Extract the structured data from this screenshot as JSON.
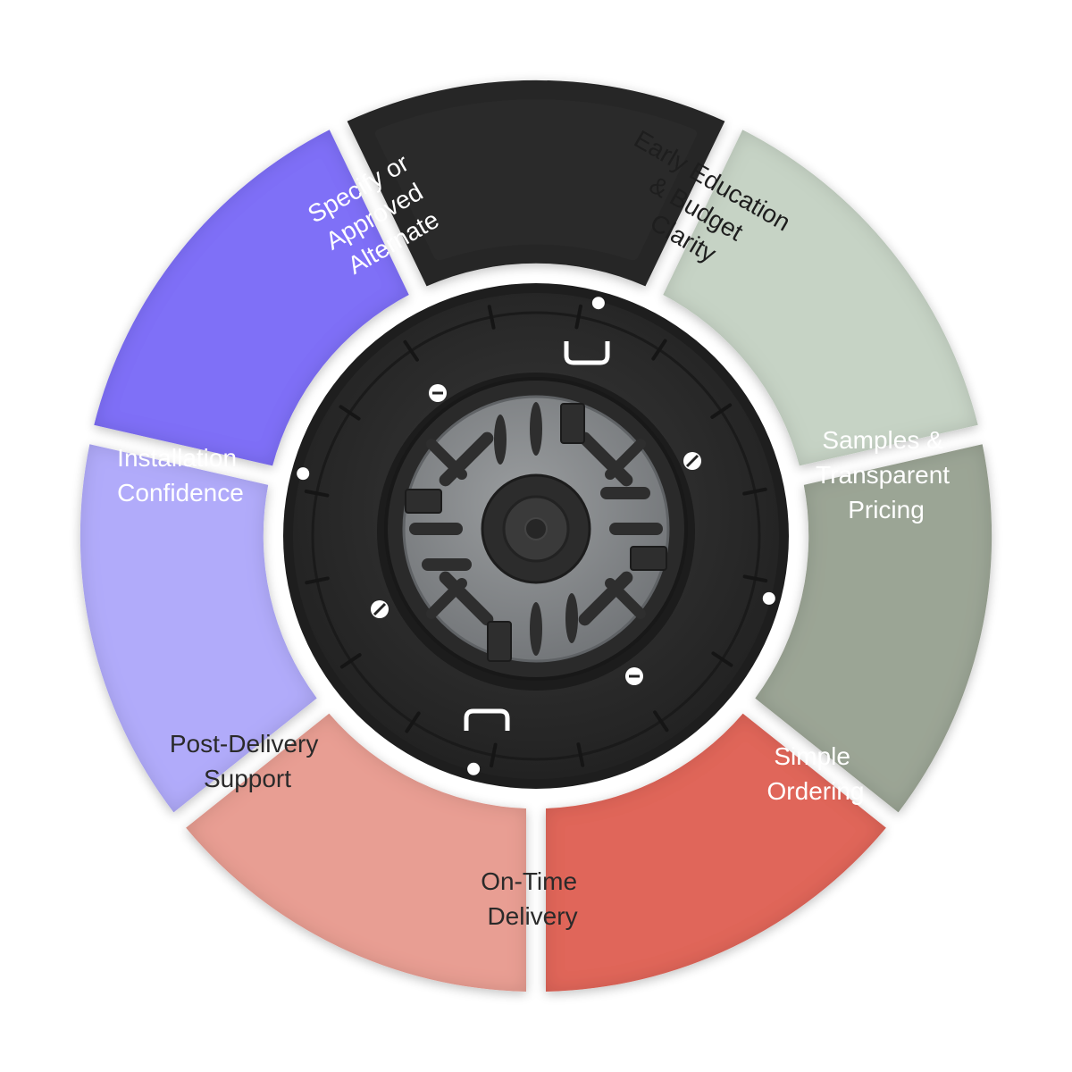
{
  "segments": [
    {
      "id": "specify",
      "lines": [
        "Specify or",
        "Approved",
        "Alternate"
      ],
      "fill": "#2a2a2a",
      "text_color": "#ffffff"
    },
    {
      "id": "early-ed",
      "lines": [
        "Early Education",
        "& Budget",
        "Clarity"
      ],
      "fill": "#c6d3c5",
      "text_color": "#1e1e1e"
    },
    {
      "id": "samples",
      "lines": [
        "Samples &",
        "Transparent",
        "Pricing"
      ],
      "fill": "#9ba595",
      "text_color": "#ffffff"
    },
    {
      "id": "simple-order",
      "lines": [
        "Simple",
        "Ordering"
      ],
      "fill": "#e0665a",
      "text_color": "#ffffff"
    },
    {
      "id": "on-time",
      "lines": [
        "On-Time",
        "Delivery"
      ],
      "fill": "#e89e93",
      "text_color": "#2a2a2a"
    },
    {
      "id": "post-delivery",
      "lines": [
        "Post-Delivery",
        "Support"
      ],
      "fill": "#b1abfa",
      "text_color": "#2a2a2a"
    },
    {
      "id": "installation",
      "lines": [
        "Installation",
        "Confidence"
      ],
      "fill": "#7f70f7",
      "text_color": "#ffffff"
    }
  ],
  "center_icon": "pedestal-support-product-icon",
  "colors": {
    "product_body": "#2b2b2b",
    "product_plate": "#8a8d8f",
    "product_slot": "#2e2e2e"
  }
}
